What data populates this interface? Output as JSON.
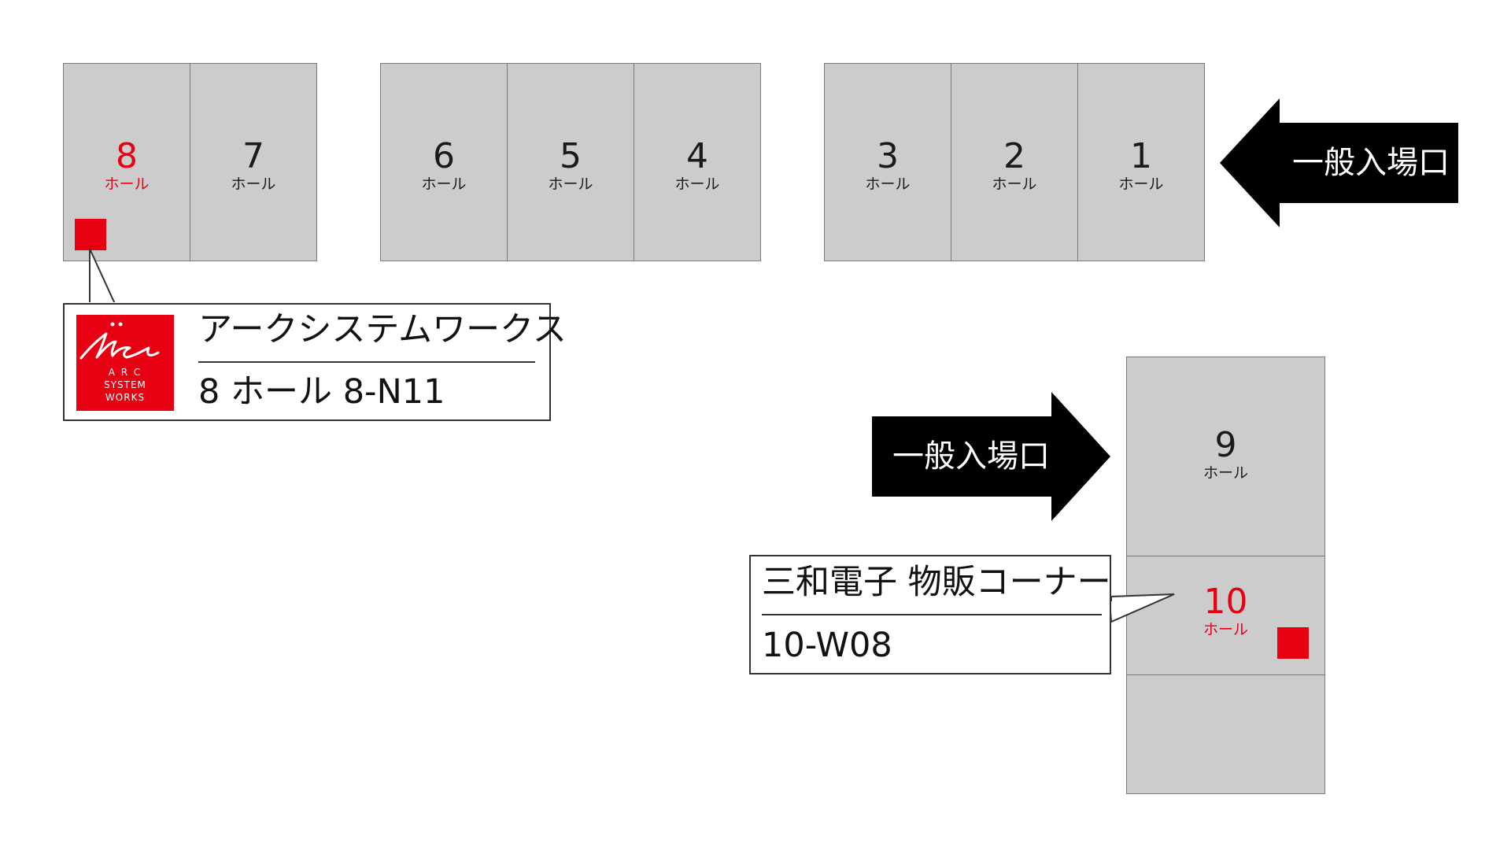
{
  "hall_label": "ホール",
  "halls_top": [
    {
      "number": "8",
      "highlight": true
    },
    {
      "number": "7",
      "highlight": false
    },
    {
      "number": "6",
      "highlight": false
    },
    {
      "number": "5",
      "highlight": false
    },
    {
      "number": "4",
      "highlight": false
    },
    {
      "number": "3",
      "highlight": false
    },
    {
      "number": "2",
      "highlight": false
    },
    {
      "number": "1",
      "highlight": false
    }
  ],
  "halls_right": [
    {
      "number": "9",
      "highlight": false
    },
    {
      "number": "10",
      "highlight": true
    },
    {
      "number": "",
      "highlight": false
    }
  ],
  "entrances": [
    {
      "label": "一般入場口",
      "direction": "left"
    },
    {
      "label": "一般入場口",
      "direction": "right"
    }
  ],
  "booths": [
    {
      "name": "アークシステムワークス",
      "location": "8 ホール 8-N11",
      "logo_text": [
        "A R C",
        "SYSTEM",
        "WORKS"
      ]
    },
    {
      "name": "三和電子 物販コーナー",
      "location": "10-W08"
    }
  ],
  "colors": {
    "hall_fill": "#cccccc",
    "hall_border": "#7a7a7a",
    "highlight": "#e60012",
    "arrow": "#000000",
    "logo_bg": "#e60012"
  }
}
